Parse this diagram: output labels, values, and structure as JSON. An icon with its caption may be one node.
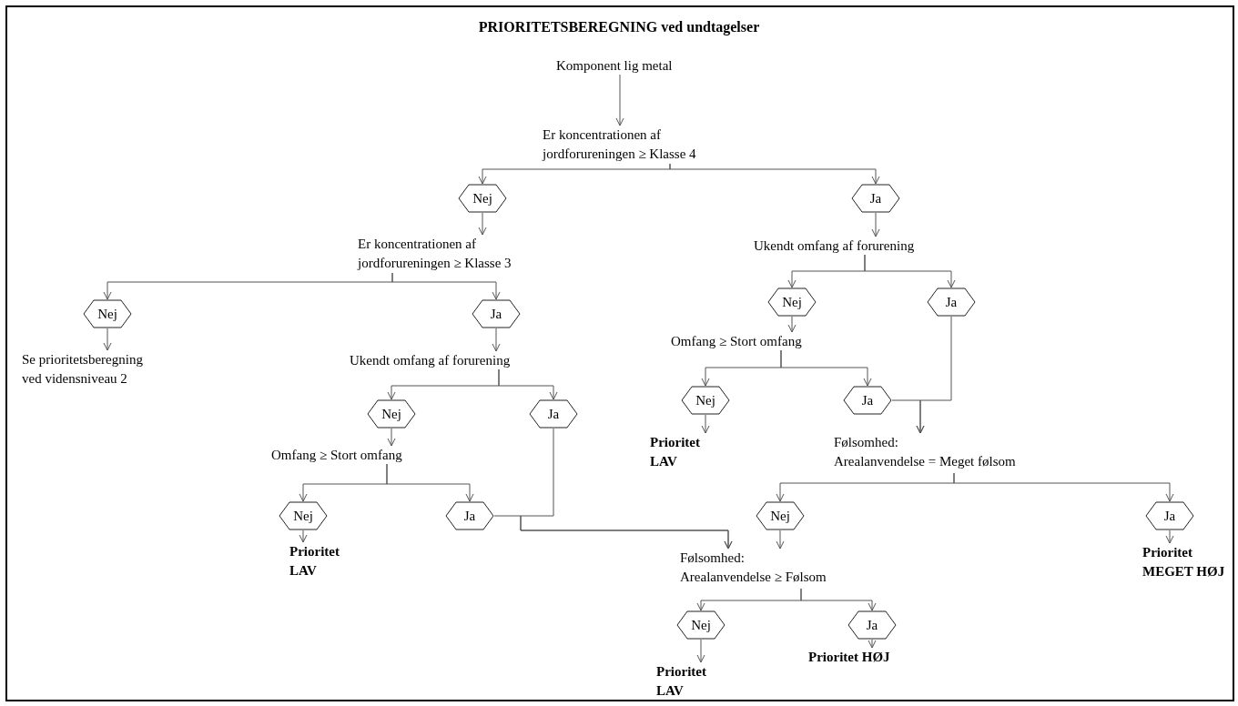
{
  "diagram": {
    "title": "PRIORITETSBEREGNING ved undtagelser",
    "nodes": [
      {
        "text": [
          "Komponent lig metal"
        ]
      },
      {
        "text": [
          "Er koncentrationen af jordforureningen ≥ Klasse 4"
        ]
      },
      {
        "text": [
          "Nej"
        ]
      },
      {
        "text": [
          "Ja"
        ]
      },
      {
        "text": [
          "Er koncentrationen af jordforureningen ≥ Klasse 3"
        ]
      },
      {
        "text": [
          "Ukendt omfang af forurening"
        ]
      },
      {
        "text": [
          "Nej"
        ]
      },
      {
        "text": [
          "Ja"
        ]
      },
      {
        "text": [
          "Nej"
        ]
      },
      {
        "text": [
          "Ja"
        ]
      },
      {
        "text": [
          "Se prioritetsberegning ved vidensniveau 2"
        ]
      },
      {
        "text": [
          "Ukendt omfang af forurening"
        ]
      },
      {
        "text": [
          "Omfang ≥ Stort omfang"
        ]
      },
      {
        "text": [
          "Nej"
        ]
      },
      {
        "text": [
          "Ja"
        ]
      },
      {
        "text": [
          "Nej"
        ]
      },
      {
        "text": [
          "Ja"
        ]
      },
      {
        "text": [
          "Omfang ≥ Stort omfang"
        ]
      },
      {
        "text": [
          "Prioritet LAV"
        ]
      },
      {
        "text": [
          "Følsomhed:",
          "Arealanvendelse = Meget følsom"
        ]
      },
      {
        "text": [
          "Nej"
        ]
      },
      {
        "text": [
          "Ja"
        ]
      },
      {
        "text": [
          "Nej"
        ]
      },
      {
        "text": [
          "Ja"
        ]
      },
      {
        "text": [
          "Prioritet LAV"
        ]
      },
      {
        "text": [
          "Følsomhed:",
          "Arealanvendelse ≥ Følsom"
        ]
      },
      {
        "text": [
          "Prioritet MEGET HØJ"
        ]
      },
      {
        "text": [
          "Nej"
        ]
      },
      {
        "text": [
          "Ja"
        ]
      },
      {
        "text": [
          "Prioritet LAV"
        ]
      },
      {
        "text": [
          "Prioritet HØJ"
        ]
      }
    ],
    "edges": [
      {
        "from": 0,
        "to": 1,
        "arrow": "to"
      },
      {
        "from": 1,
        "to": 2,
        "arrow": "to"
      },
      {
        "from": 1,
        "to": 3,
        "arrow": "to"
      },
      {
        "from": 2,
        "to": 4,
        "arrow": "to"
      },
      {
        "from": 3,
        "to": 5,
        "arrow": "to"
      },
      {
        "from": 4,
        "to": 6,
        "arrow": "to"
      },
      {
        "from": 4,
        "to": 7,
        "arrow": "to"
      },
      {
        "from": 5,
        "to": 8,
        "arrow": "to"
      },
      {
        "from": 5,
        "to": 9,
        "arrow": "to"
      },
      {
        "from": 6,
        "to": 10,
        "arrow": "to"
      },
      {
        "from": 7,
        "to": 11,
        "arrow": "to"
      },
      {
        "from": 8,
        "to": 12,
        "arrow": "to"
      },
      {
        "from": 11,
        "to": 13,
        "arrow": "to"
      },
      {
        "from": 11,
        "to": 14,
        "arrow": "to"
      },
      {
        "from": 12,
        "to": 15,
        "arrow": "to"
      },
      {
        "from": 12,
        "to": 16,
        "arrow": "to"
      },
      {
        "from": 9,
        "to": 19,
        "arrow": "to"
      },
      {
        "from": 16,
        "to": 19,
        "arrow": "to"
      },
      {
        "from": 13,
        "to": 17,
        "arrow": "to"
      },
      {
        "from": 15,
        "to": 18,
        "arrow": "to"
      },
      {
        "from": 17,
        "to": 20,
        "arrow": "to"
      },
      {
        "from": 17,
        "to": 21,
        "arrow": "to"
      },
      {
        "from": 19,
        "to": 22,
        "arrow": "to"
      },
      {
        "from": 19,
        "to": 23,
        "arrow": "to"
      },
      {
        "from": 20,
        "to": 24,
        "arrow": "to"
      },
      {
        "from": 21,
        "to": 25,
        "arrow": "to"
      },
      {
        "from": 14,
        "to": 25,
        "arrow": "to"
      },
      {
        "from": 22,
        "to": 25,
        "arrow": "to"
      },
      {
        "from": 23,
        "to": 26,
        "arrow": "to"
      },
      {
        "from": 25,
        "to": 27,
        "arrow": "to"
      },
      {
        "from": 25,
        "to": 28,
        "arrow": "to"
      },
      {
        "from": 27,
        "to": 29,
        "arrow": "to"
      },
      {
        "from": 28,
        "to": 30,
        "arrow": "to"
      }
    ]
  }
}
